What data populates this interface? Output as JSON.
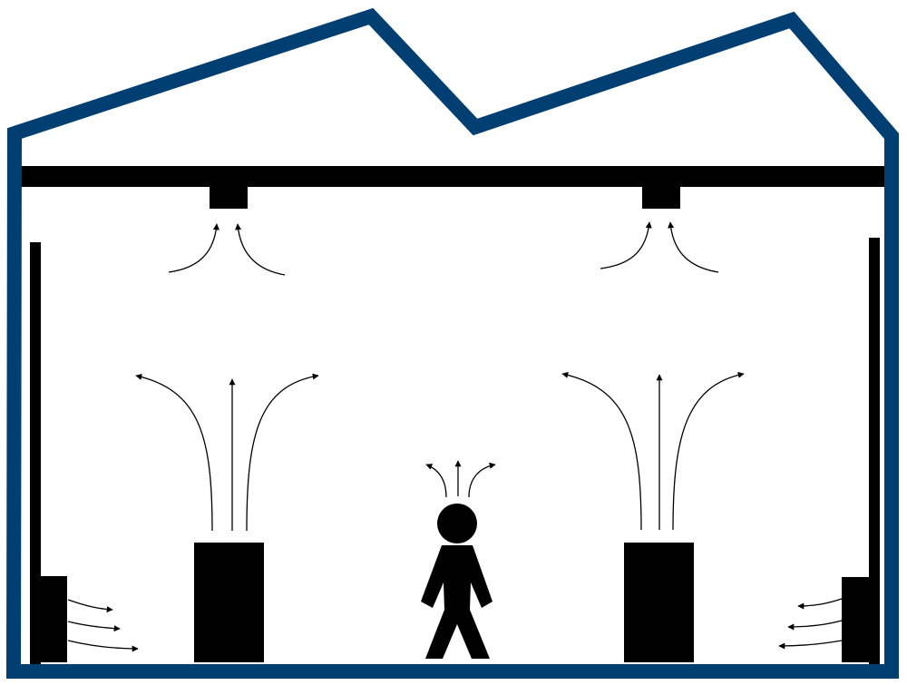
{
  "colors": {
    "roof_outline": "#013F73",
    "stratified_air": "#BEBEBE",
    "occupied_zone": "#FFFFFF",
    "solid": "#000000",
    "flow_arrow": "#000000"
  },
  "diagram": {
    "description_tags": [
      "building-cross-section",
      "sawtooth-roof",
      "ceiling-exhaust",
      "floor-heat-sources",
      "wall-supply-diffusers",
      "person"
    ],
    "roof": {
      "sawtooth_peaks": 2
    },
    "exhaust_vents": {
      "count": 2,
      "intake_arrows_each": 2
    },
    "heat_sources": {
      "count": 2,
      "plume_arrows_each": 3
    },
    "person": {
      "count": 1,
      "plume_arrows": 3
    },
    "supply_diffusers": {
      "count": 2,
      "arrows_each": 3,
      "sides": [
        "left",
        "right"
      ]
    }
  }
}
